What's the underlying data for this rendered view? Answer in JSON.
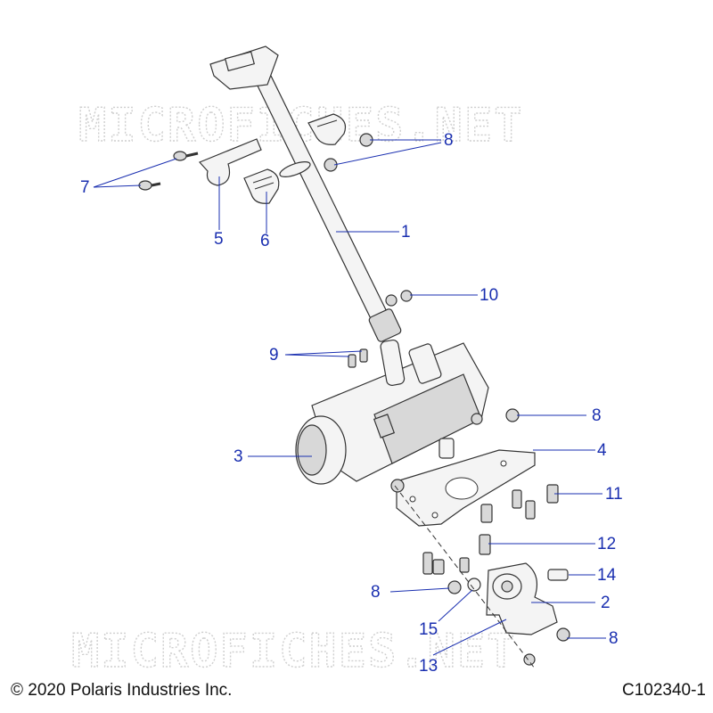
{
  "watermark": "MICROFICHES.NET",
  "copyright": "© 2020 Polaris Industries Inc.",
  "diagram_id": "C102340-1",
  "callouts": {
    "c1": "1",
    "c2": "2",
    "c3": "3",
    "c4": "4",
    "c5": "5",
    "c6": "6",
    "c7": "7",
    "c8a": "8",
    "c8b": "8",
    "c8c": "8",
    "c8d": "8",
    "c9": "9",
    "c10": "10",
    "c11": "11",
    "c12": "12",
    "c13": "13",
    "c14": "14",
    "c15": "15"
  },
  "colors": {
    "callout": "#1a2fb0",
    "watermark": "#cfcfcf"
  }
}
